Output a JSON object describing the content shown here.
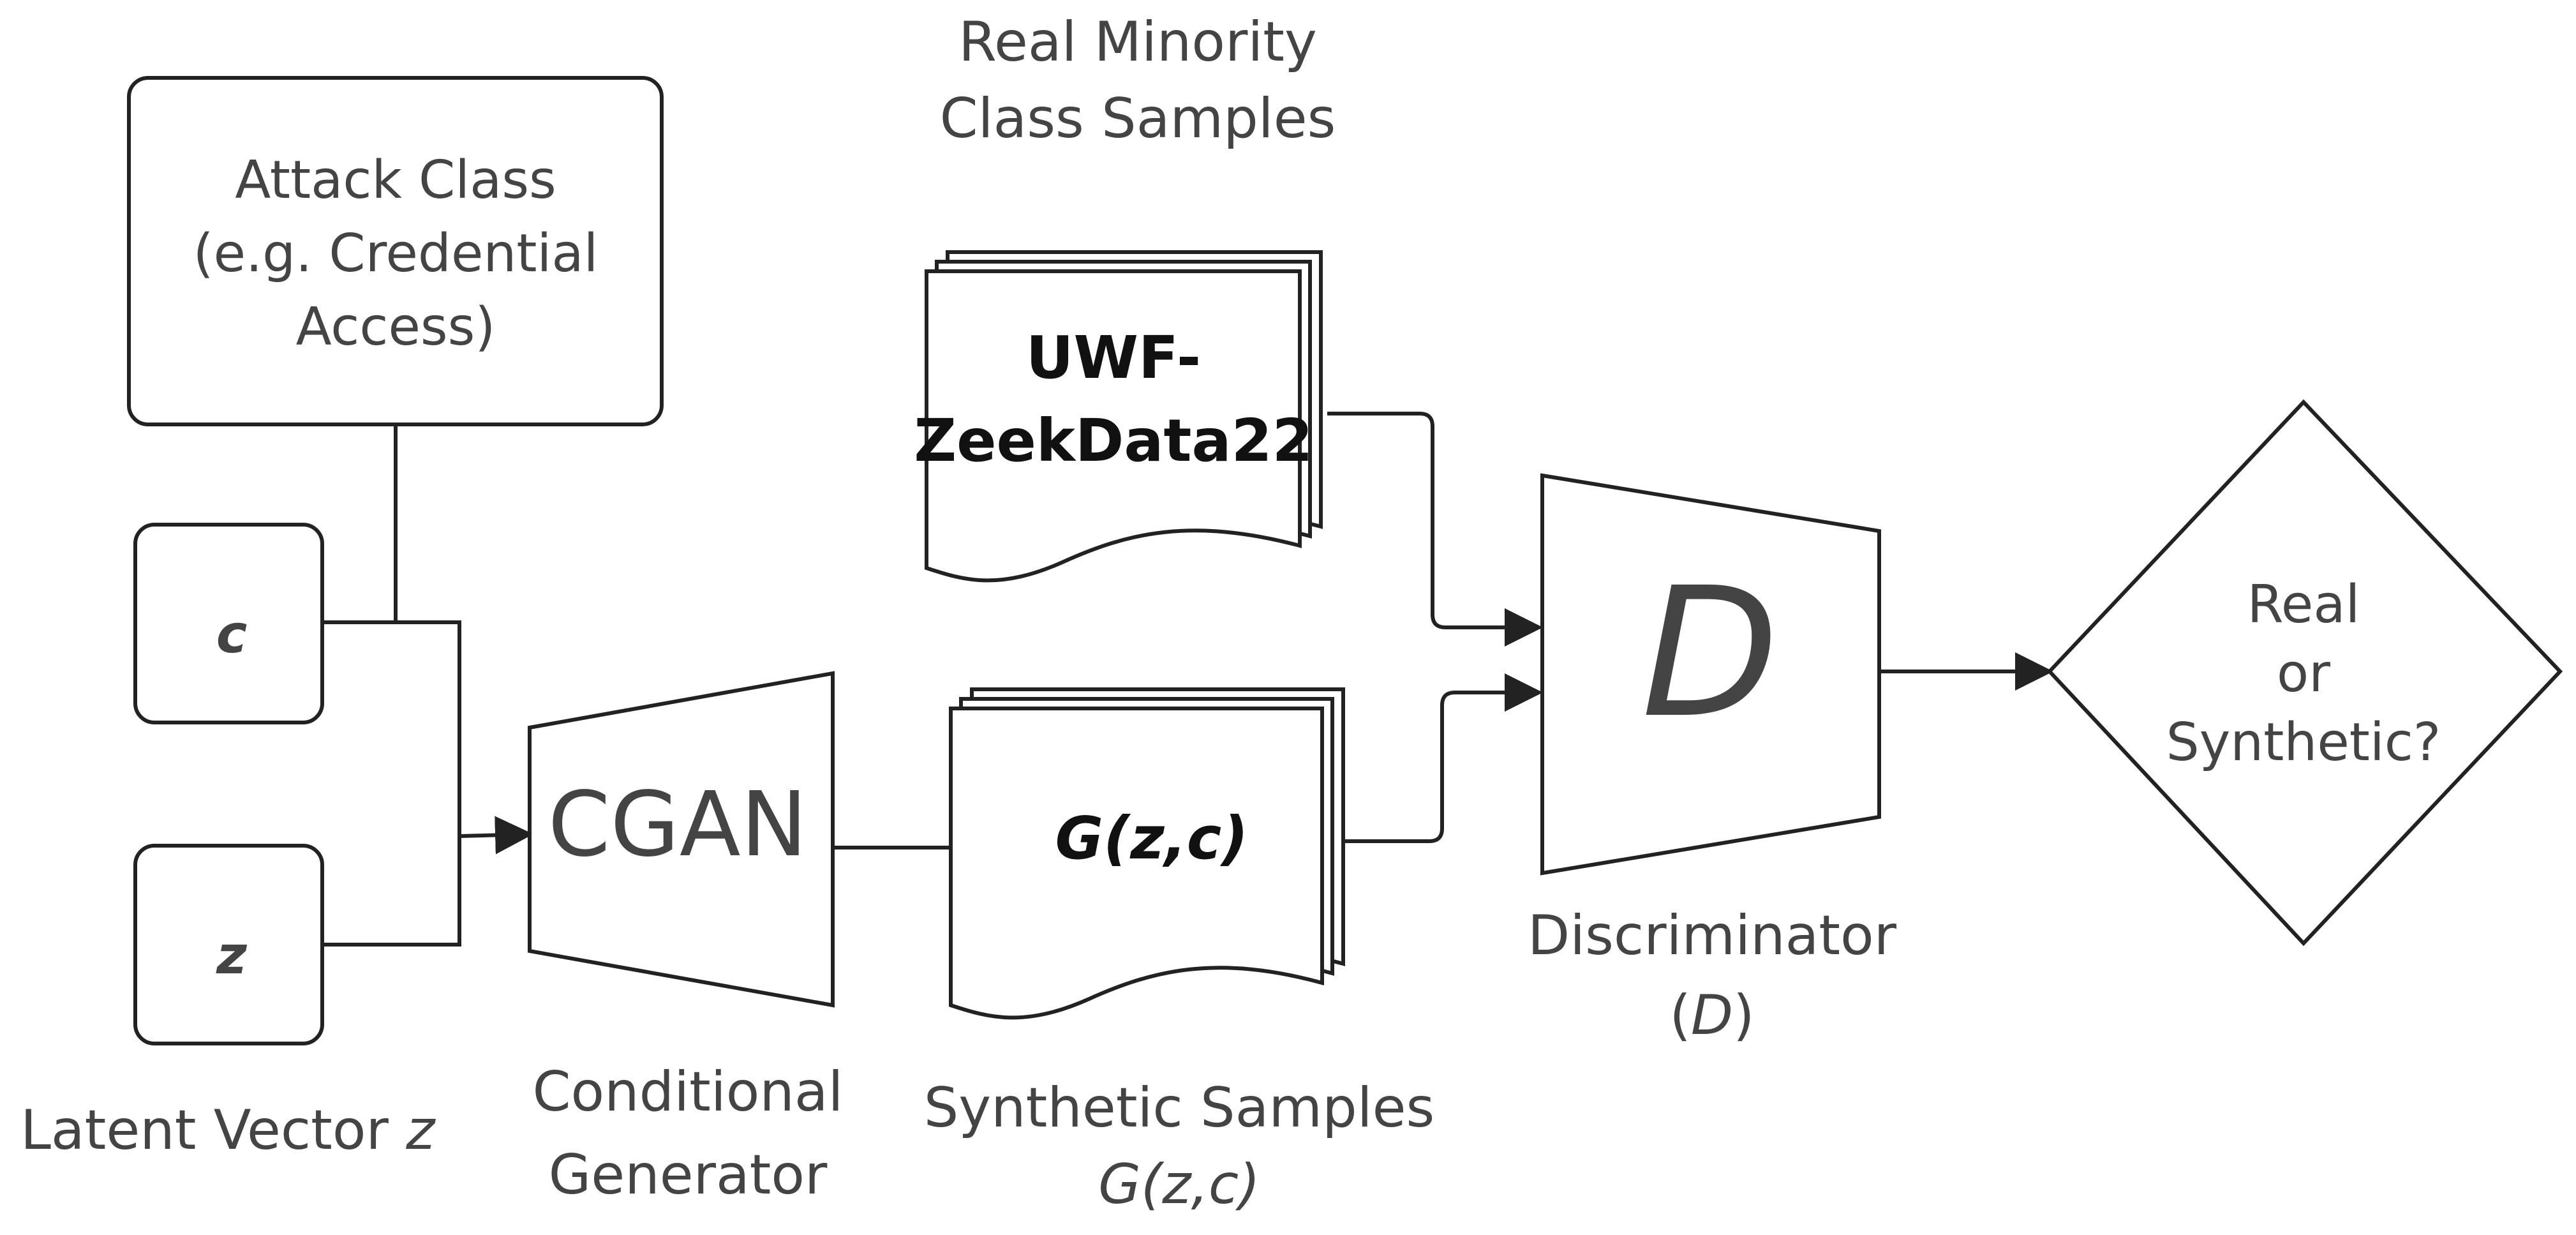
{
  "attack_box": {
    "line1": "Attack Class",
    "line2": "(e.g. Credential",
    "line3": "Access)"
  },
  "c_box": {
    "label": "c"
  },
  "z_box": {
    "label": "z"
  },
  "latent_label": {
    "prefix": "Latent Vector ",
    "var": "z"
  },
  "generator": {
    "label": "CGAN",
    "caption_line1": "Conditional",
    "caption_line2": "Generator"
  },
  "real_samples": {
    "caption_line1": "Real Minority",
    "caption_line2": "Class Samples",
    "doc_line1": "UWF-",
    "doc_line2": "ZeekData22"
  },
  "synthetic_samples": {
    "doc_label": "G(z,c)",
    "caption_line1": "Synthetic Samples",
    "caption_line2": "G(z,c)"
  },
  "discriminator": {
    "label": "D",
    "caption_line1": "Discriminator",
    "caption_open": "(",
    "caption_var": "D",
    "caption_close": ")"
  },
  "decision": {
    "line1": "Real",
    "line2": "or",
    "line3": "Synthetic?"
  },
  "colors": {
    "text": "#444444",
    "stroke": "#222222",
    "background": "#ffffff"
  }
}
